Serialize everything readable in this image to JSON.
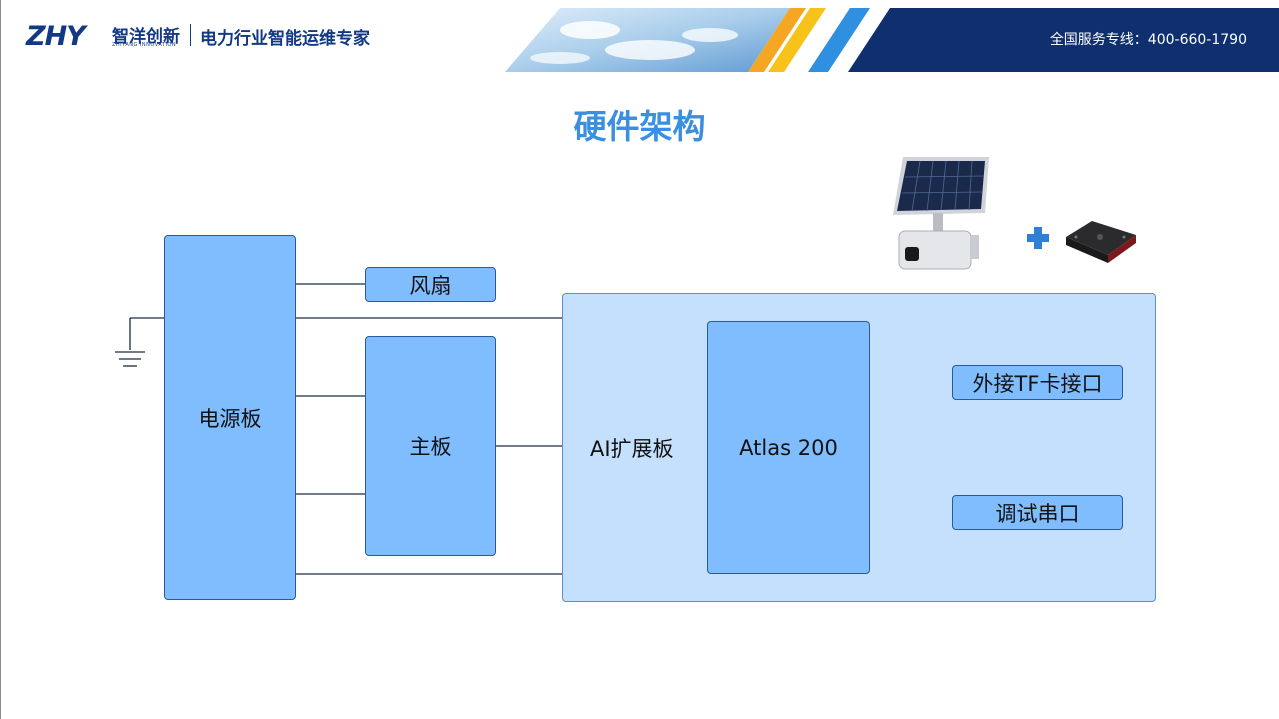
{
  "header": {
    "logo_mark": "ZHY",
    "logo_cn": "智洋创新",
    "logo_en": "ZHIYANG INNOVATION",
    "slogan": "电力行业智能运维专家",
    "hotline": "全国服务专线：400-660-1790"
  },
  "title": "硬件架构",
  "diagram": {
    "power_board": "电源板",
    "fan": "风扇",
    "main_board": "主板",
    "ai_board": "AI扩展板",
    "atlas": "Atlas 200",
    "tf_port": "外接TF卡接口",
    "debug_port": "调试串口"
  },
  "colors": {
    "brand_navy": "#123a84",
    "title_blue": "#3a8fe0",
    "box_blue": "#7fbdff",
    "panel_light": "#c4e0fc",
    "stripe_orange": "#f5a623",
    "stripe_blue": "#2f8fe0"
  },
  "icons": [
    "ground-icon",
    "switch-icon",
    "plus-icon",
    "solar-camera-device",
    "compute-module-device"
  ]
}
